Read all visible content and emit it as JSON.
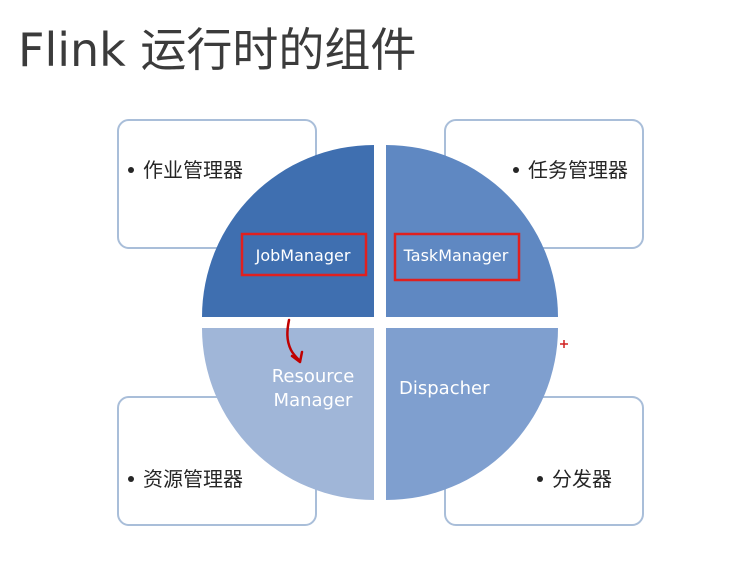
{
  "title": "Flink 运行时的组件",
  "cards": {
    "top_left": "作业管理器",
    "top_right": "任务管理器",
    "bottom_left": "资源管理器",
    "bottom_right": "分发器"
  },
  "quadrants": {
    "job_manager": "JobManager",
    "task_manager": "TaskManager",
    "resource_manager_line1": "Resource",
    "resource_manager_line2": "Manager",
    "dispacher": "Dispacher"
  },
  "colors": {
    "top_left_fill": "#3f6fb0",
    "top_right_fill": "#5f88c2",
    "bottom_left_fill": "#a0b6d8",
    "bottom_right_fill": "#7f9fcf",
    "card_border": "#a9bed9",
    "highlight_box": "#e0201f",
    "annotation_arrow": "#c00000"
  }
}
